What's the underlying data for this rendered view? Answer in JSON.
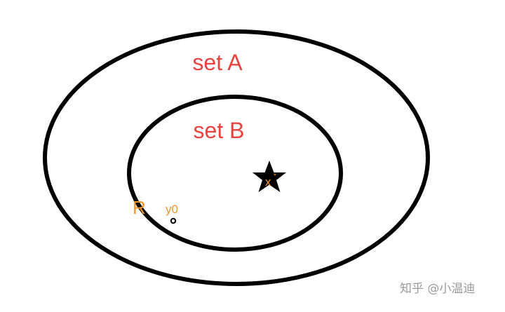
{
  "diagram": {
    "set_a_label": "set A",
    "set_b_label": "set B",
    "point_r_label": "R",
    "point_y0_label": "y0",
    "star_label": "x",
    "star_superscript": "*",
    "colors": {
      "outline": "#000000",
      "set_label": "#e8433f",
      "point_label": "#f0962e",
      "watermark": "#9a9a9a"
    },
    "icons": {
      "star": "star-icon",
      "point": "circle-point-icon"
    }
  },
  "watermark": {
    "text": "知乎 @小温迪"
  }
}
